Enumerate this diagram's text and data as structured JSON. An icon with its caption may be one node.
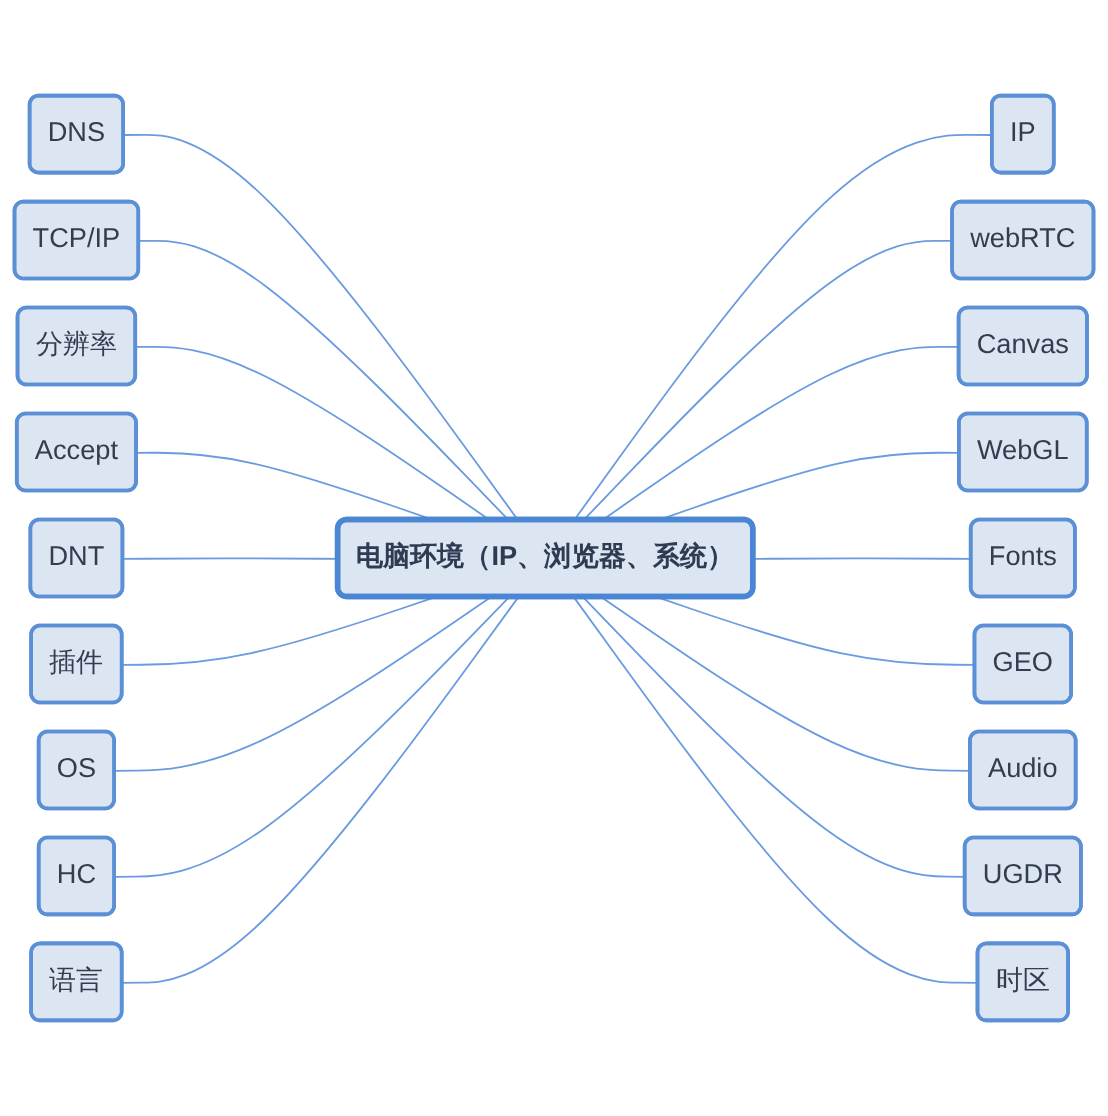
{
  "diagram": {
    "nodes": [
      {
        "text": [
          "电脑环境（IP、浏览器、系统）"
        ]
      },
      {
        "text": [
          "DNS"
        ]
      },
      {
        "text": [
          "TCP/IP"
        ]
      },
      {
        "text": [
          "分辨率"
        ]
      },
      {
        "text": [
          "Accept"
        ]
      },
      {
        "text": [
          "DNT"
        ]
      },
      {
        "text": [
          "插件"
        ]
      },
      {
        "text": [
          "OS"
        ]
      },
      {
        "text": [
          "HC"
        ]
      },
      {
        "text": [
          "语言"
        ]
      },
      {
        "text": [
          "IP"
        ]
      },
      {
        "text": [
          "webRTC"
        ]
      },
      {
        "text": [
          "Canvas"
        ]
      },
      {
        "text": [
          "WebGL"
        ]
      },
      {
        "text": [
          "Fonts"
        ]
      },
      {
        "text": [
          "GEO"
        ]
      },
      {
        "text": [
          "Audio"
        ]
      },
      {
        "text": [
          "UGDR"
        ]
      },
      {
        "text": [
          "时区"
        ]
      }
    ],
    "edges": [
      {
        "from": 1,
        "to": 0,
        "arrow": "none"
      },
      {
        "from": 2,
        "to": 0,
        "arrow": "none"
      },
      {
        "from": 3,
        "to": 0,
        "arrow": "none"
      },
      {
        "from": 4,
        "to": 0,
        "arrow": "none"
      },
      {
        "from": 5,
        "to": 0,
        "arrow": "none"
      },
      {
        "from": 6,
        "to": 0,
        "arrow": "none"
      },
      {
        "from": 7,
        "to": 0,
        "arrow": "none"
      },
      {
        "from": 8,
        "to": 0,
        "arrow": "none"
      },
      {
        "from": 9,
        "to": 0,
        "arrow": "none"
      },
      {
        "from": 0,
        "to": 10,
        "arrow": "none"
      },
      {
        "from": 0,
        "to": 11,
        "arrow": "none"
      },
      {
        "from": 0,
        "to": 12,
        "arrow": "none"
      },
      {
        "from": 0,
        "to": 13,
        "arrow": "none"
      },
      {
        "from": 0,
        "to": 14,
        "arrow": "none"
      },
      {
        "from": 0,
        "to": 15,
        "arrow": "none"
      },
      {
        "from": 0,
        "to": 16,
        "arrow": "none"
      },
      {
        "from": 0,
        "to": 17,
        "arrow": "none"
      },
      {
        "from": 0,
        "to": 18,
        "arrow": "none"
      }
    ]
  }
}
